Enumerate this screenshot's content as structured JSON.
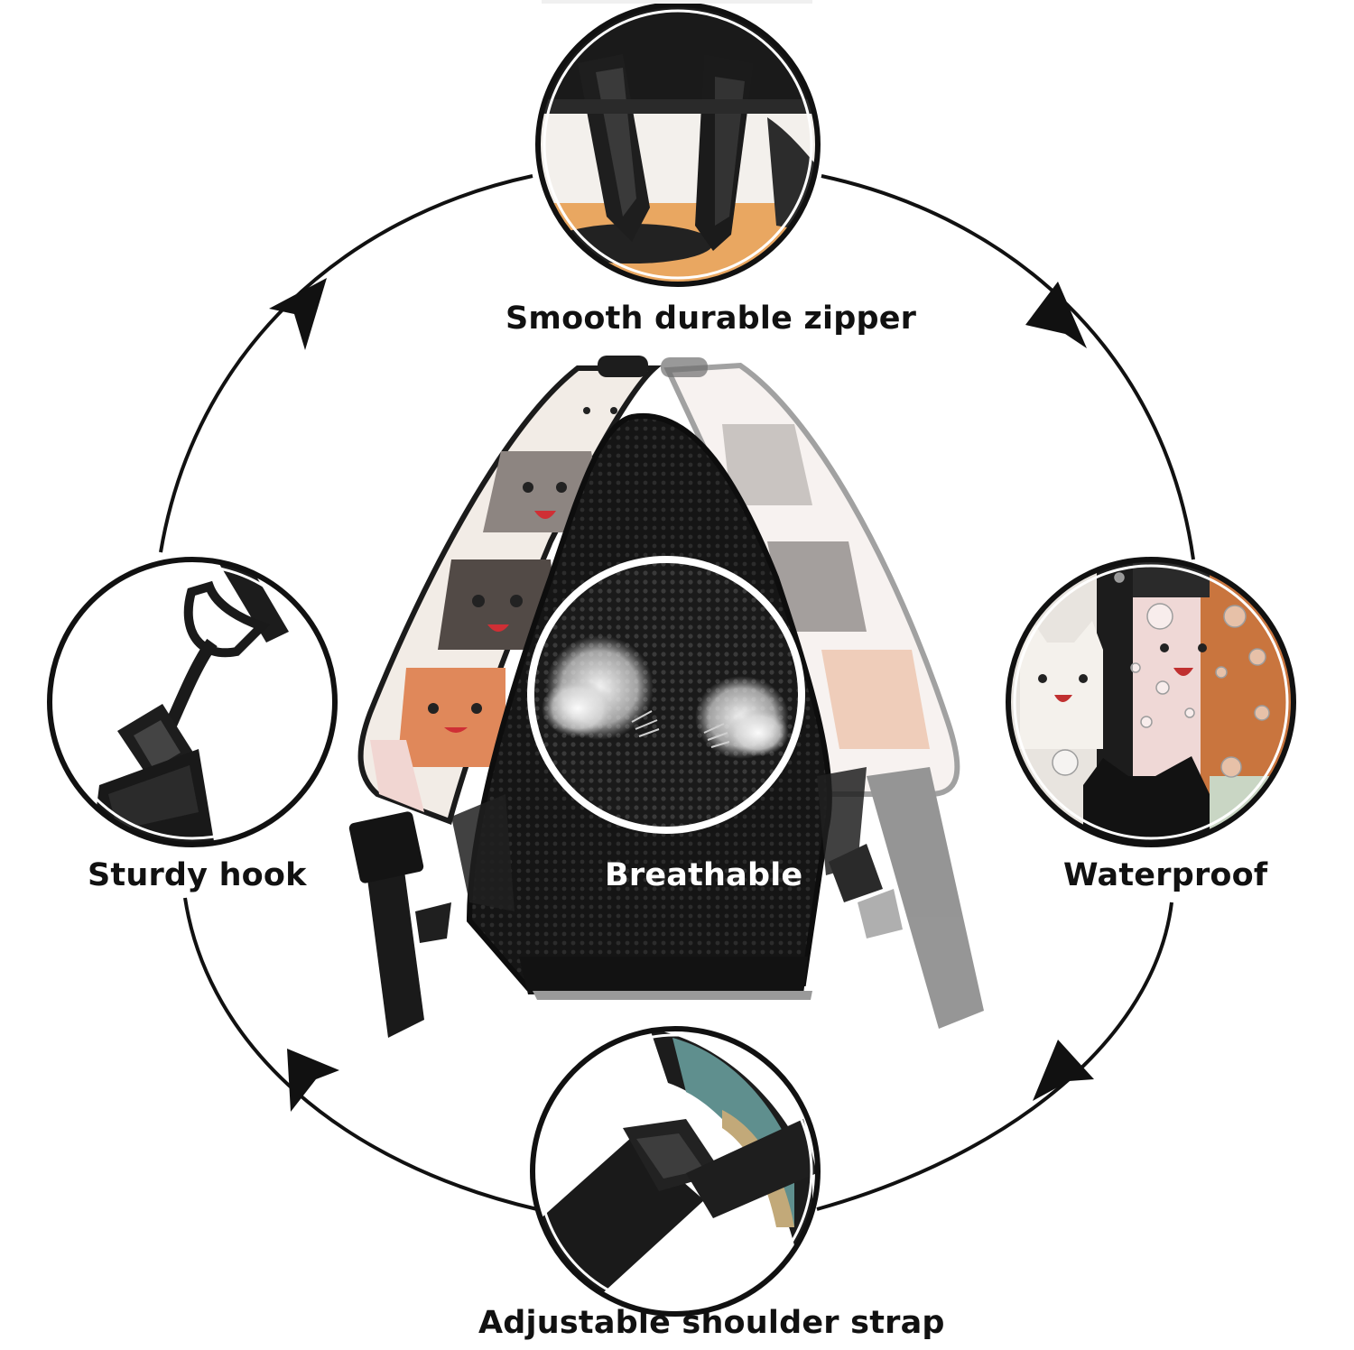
{
  "features": {
    "zipper": "Smooth durable zipper",
    "hook": "Sturdy hook",
    "breathable": "Breathable",
    "waterproof": "Waterproof",
    "strap": "Adjustable shoulder strap"
  },
  "colors": {
    "background": "#ffffff",
    "ring": "#111111",
    "bag_panel": "#1b1b1b",
    "cat_orange": "#e08a5a",
    "cat_grey": "#8c8580",
    "cat_white": "#f4efea",
    "cat_pink": "#efd8d5"
  }
}
